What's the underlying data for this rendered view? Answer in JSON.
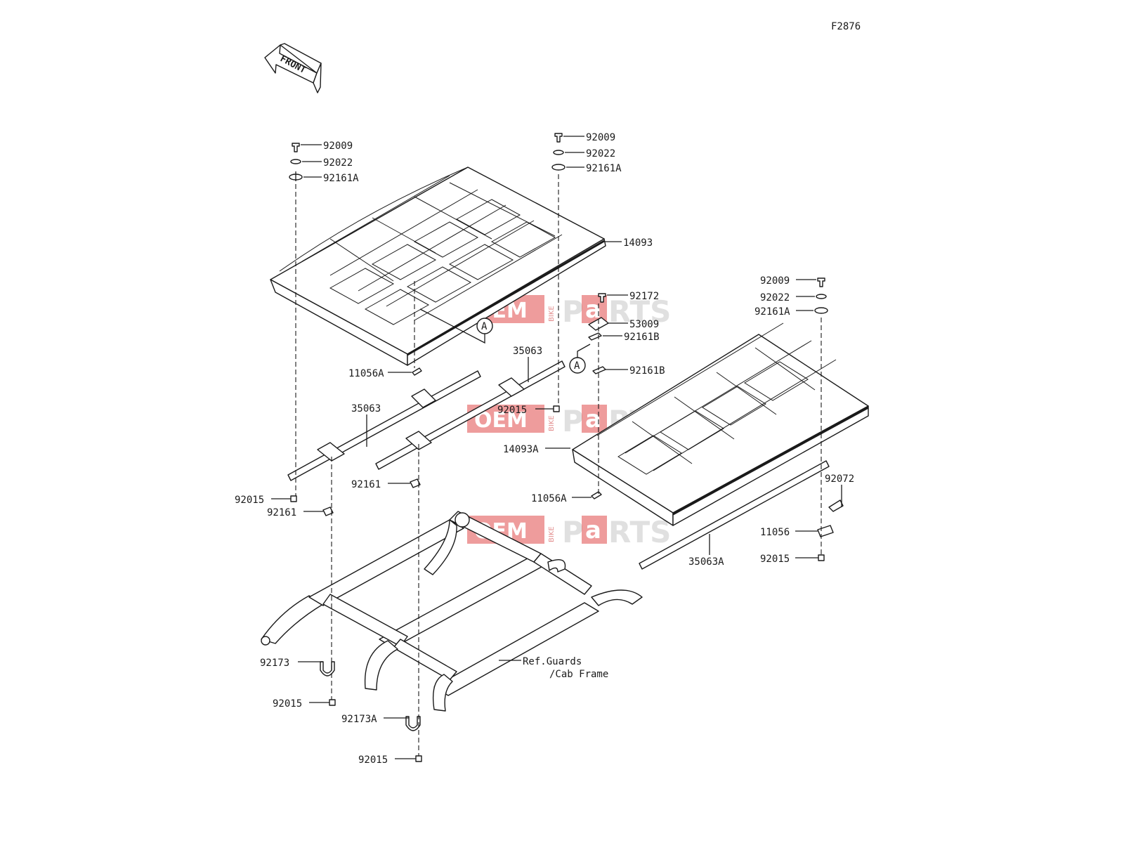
{
  "diagram_id": "F2876",
  "front_label": "FRONT",
  "callout_letter": "A",
  "ref_note": [
    "Ref.Guards",
    "/Cab Frame"
  ],
  "watermark": {
    "oem": "OEM",
    "bike": "BIKE",
    "parts_prefix": "P",
    "parts_a": "a",
    "parts_suffix": "RTS",
    "color_red": "#e04a4a"
  },
  "labels": {
    "l_92009_a": "92009",
    "l_92022_a": "92022",
    "l_92161A_a": "92161A",
    "l_92009_b": "92009",
    "l_92022_b": "92022",
    "l_92161A_b": "92161A",
    "l_14093": "14093",
    "l_92172": "92172",
    "l_53009": "53009",
    "l_92161B_a": "92161B",
    "l_92161B_b": "92161B",
    "l_92009_c": "92009",
    "l_92022_c": "92022",
    "l_92161A_c": "92161A",
    "l_35063_a": "35063",
    "l_11056A_a": "11056A",
    "l_35063_b": "35063",
    "l_92015_a": "92015",
    "l_14093A": "14093A",
    "l_92161_a": "92161",
    "l_92015_b": "92015",
    "l_92161_b": "92161",
    "l_11056A_b": "11056A",
    "l_92072": "92072",
    "l_11056": "11056",
    "l_92015_c": "92015",
    "l_35063A": "35063A",
    "l_92173": "92173",
    "l_92015_d": "92015",
    "l_92173A": "92173A",
    "l_92015_e": "92015"
  }
}
